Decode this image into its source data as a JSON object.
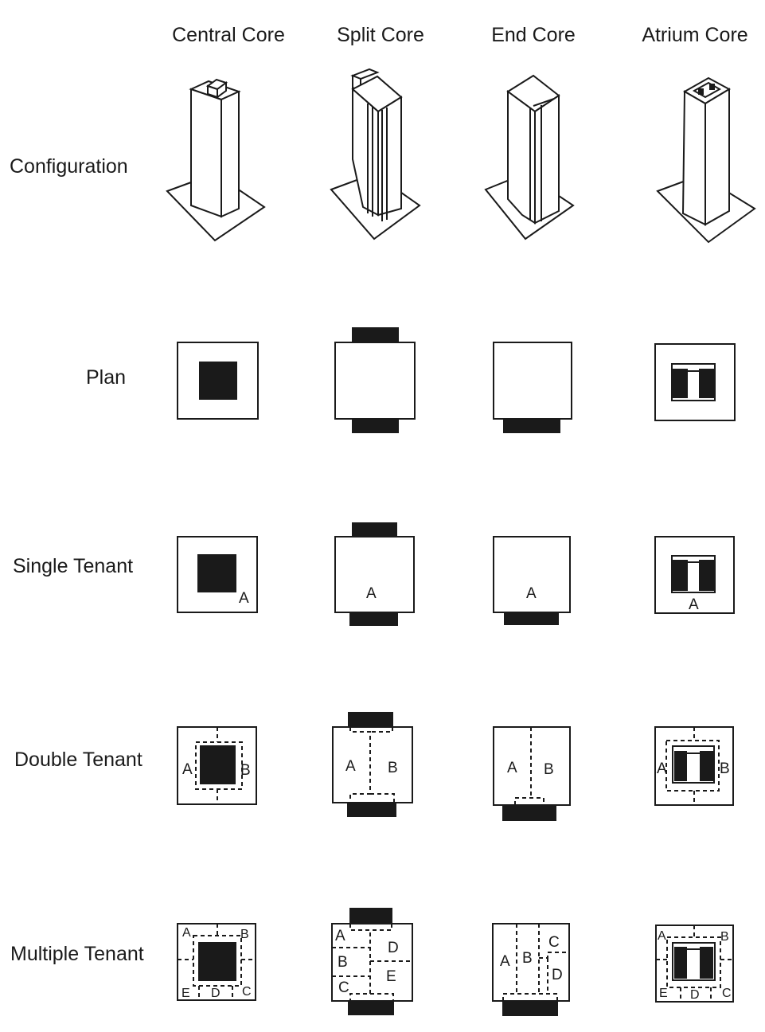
{
  "columns": [
    "Central Core",
    "Split Core",
    "End Core",
    "Atrium Core"
  ],
  "rows": [
    "Configuration",
    "Plan",
    "Single Tenant",
    "Double Tenant",
    "Multiple Tenant"
  ],
  "tenant_labels": {
    "single": {
      "central": "A",
      "split": "A",
      "end": "A",
      "atrium": "A"
    },
    "double": {
      "central": [
        "A",
        "B"
      ],
      "split": [
        "A",
        "B"
      ],
      "end": [
        "A",
        "B"
      ],
      "atrium": [
        "A",
        "B"
      ]
    },
    "multiple": {
      "central": [
        "A",
        "B",
        "C",
        "D",
        "E"
      ],
      "split": [
        "A",
        "B",
        "C",
        "D",
        "E"
      ],
      "end": [
        "A",
        "B",
        "C",
        "D"
      ],
      "atrium": [
        "A",
        "B",
        "C",
        "D",
        "E"
      ]
    }
  }
}
